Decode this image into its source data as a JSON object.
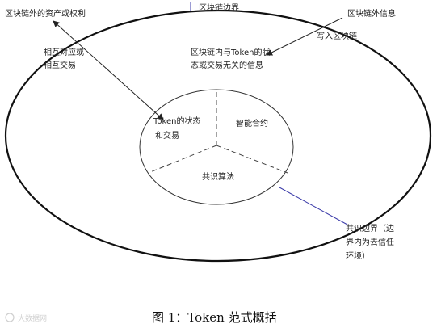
{
  "labels": {
    "outside_assets": "区块链外的资产或权利",
    "chain_boundary": "区块链边界",
    "outside_info": "区块链外信息",
    "mutual_line1": "相互对应或",
    "mutual_line2": "相互交易",
    "write_chain": "写入区块链",
    "inner_line1": "区块链内与Token的状",
    "inner_line2": "态或交易无关的信息",
    "token_line1": "Token的状态",
    "token_line2": "和交易",
    "smart_contract": "智能合约",
    "consensus_algo": "共识算法",
    "consensus_line1": "共识边界（边",
    "consensus_line2": "界内为去信任",
    "consensus_line3": "环境）"
  },
  "caption": "图 1：Token 范式概括",
  "watermark": "大数据网"
}
